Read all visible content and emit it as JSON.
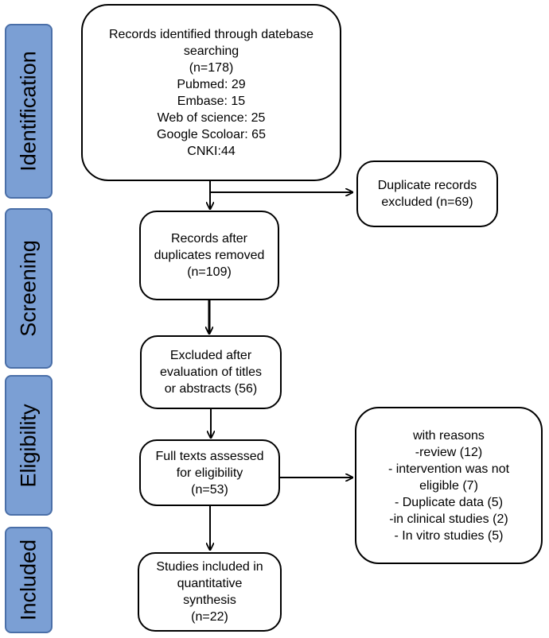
{
  "phases": {
    "identification": "Identification",
    "screening": "Screening",
    "eligibility": "Eligibility",
    "included": "Included"
  },
  "boxes": {
    "identified": [
      "Records identified through datebase",
      "searching",
      "(n=178)",
      "Pubmed: 29",
      "Embase: 15",
      "Web of science: 25",
      "Google Scoloar: 65",
      "CNKI:44"
    ],
    "duplicates_excluded": [
      "Duplicate records",
      "excluded (n=69)"
    ],
    "after_duplicates": [
      "Records after",
      "duplicates removed",
      "(n=109)"
    ],
    "excluded_titles": [
      "Excluded after",
      "evaluation of  titles",
      "or abstracts (56)"
    ],
    "full_texts": [
      "Full texts assessed",
      "for eligibility",
      "(n=53)"
    ],
    "reasons": [
      "with reasons",
      "-review (12)",
      "- intervention was not",
      "eligible (7)",
      "- Duplicate data (5)",
      "-in clinical studies (2)",
      "- In vitro studies  (5)"
    ],
    "included": [
      "Studies included in",
      "quantitative",
      "synthesis",
      "(n=22)"
    ]
  }
}
